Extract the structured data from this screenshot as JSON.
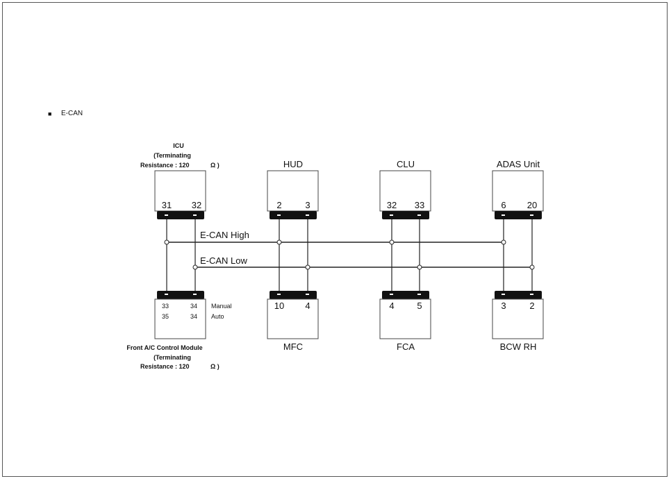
{
  "legend": {
    "bullet": "■",
    "label": "E-CAN"
  },
  "buses": {
    "high_label": "E-CAN High",
    "low_label": "E-CAN Low"
  },
  "icu": {
    "name": "ICU",
    "note1": "(Terminating",
    "note2": "Resistance : 120",
    "note_unit": "Ω )",
    "pins": [
      "31",
      "32"
    ]
  },
  "hud": {
    "name": "HUD",
    "pins": [
      "2",
      "3"
    ]
  },
  "clu": {
    "name": "CLU",
    "pins": [
      "32",
      "33"
    ]
  },
  "adas": {
    "name": "ADAS Unit",
    "pins": [
      "6",
      "20"
    ]
  },
  "fatc": {
    "name": "Front A/C Control Module",
    "note1": "(Terminating",
    "note2": "Resistance : 120",
    "note_unit": "Ω )",
    "manual_pins": [
      "33",
      "34"
    ],
    "manual_label": "Manual",
    "auto_pins": [
      "35",
      "34"
    ],
    "auto_label": "Auto"
  },
  "mfc": {
    "name": "MFC",
    "pins": [
      "10",
      "4"
    ]
  },
  "fca": {
    "name": "FCA",
    "pins": [
      "4",
      "5"
    ]
  },
  "bcw": {
    "name": "BCW RH",
    "pins": [
      "3",
      "2"
    ]
  },
  "colors": {
    "wire": "#222222",
    "connector": "#111111",
    "box_border": "#444444"
  }
}
